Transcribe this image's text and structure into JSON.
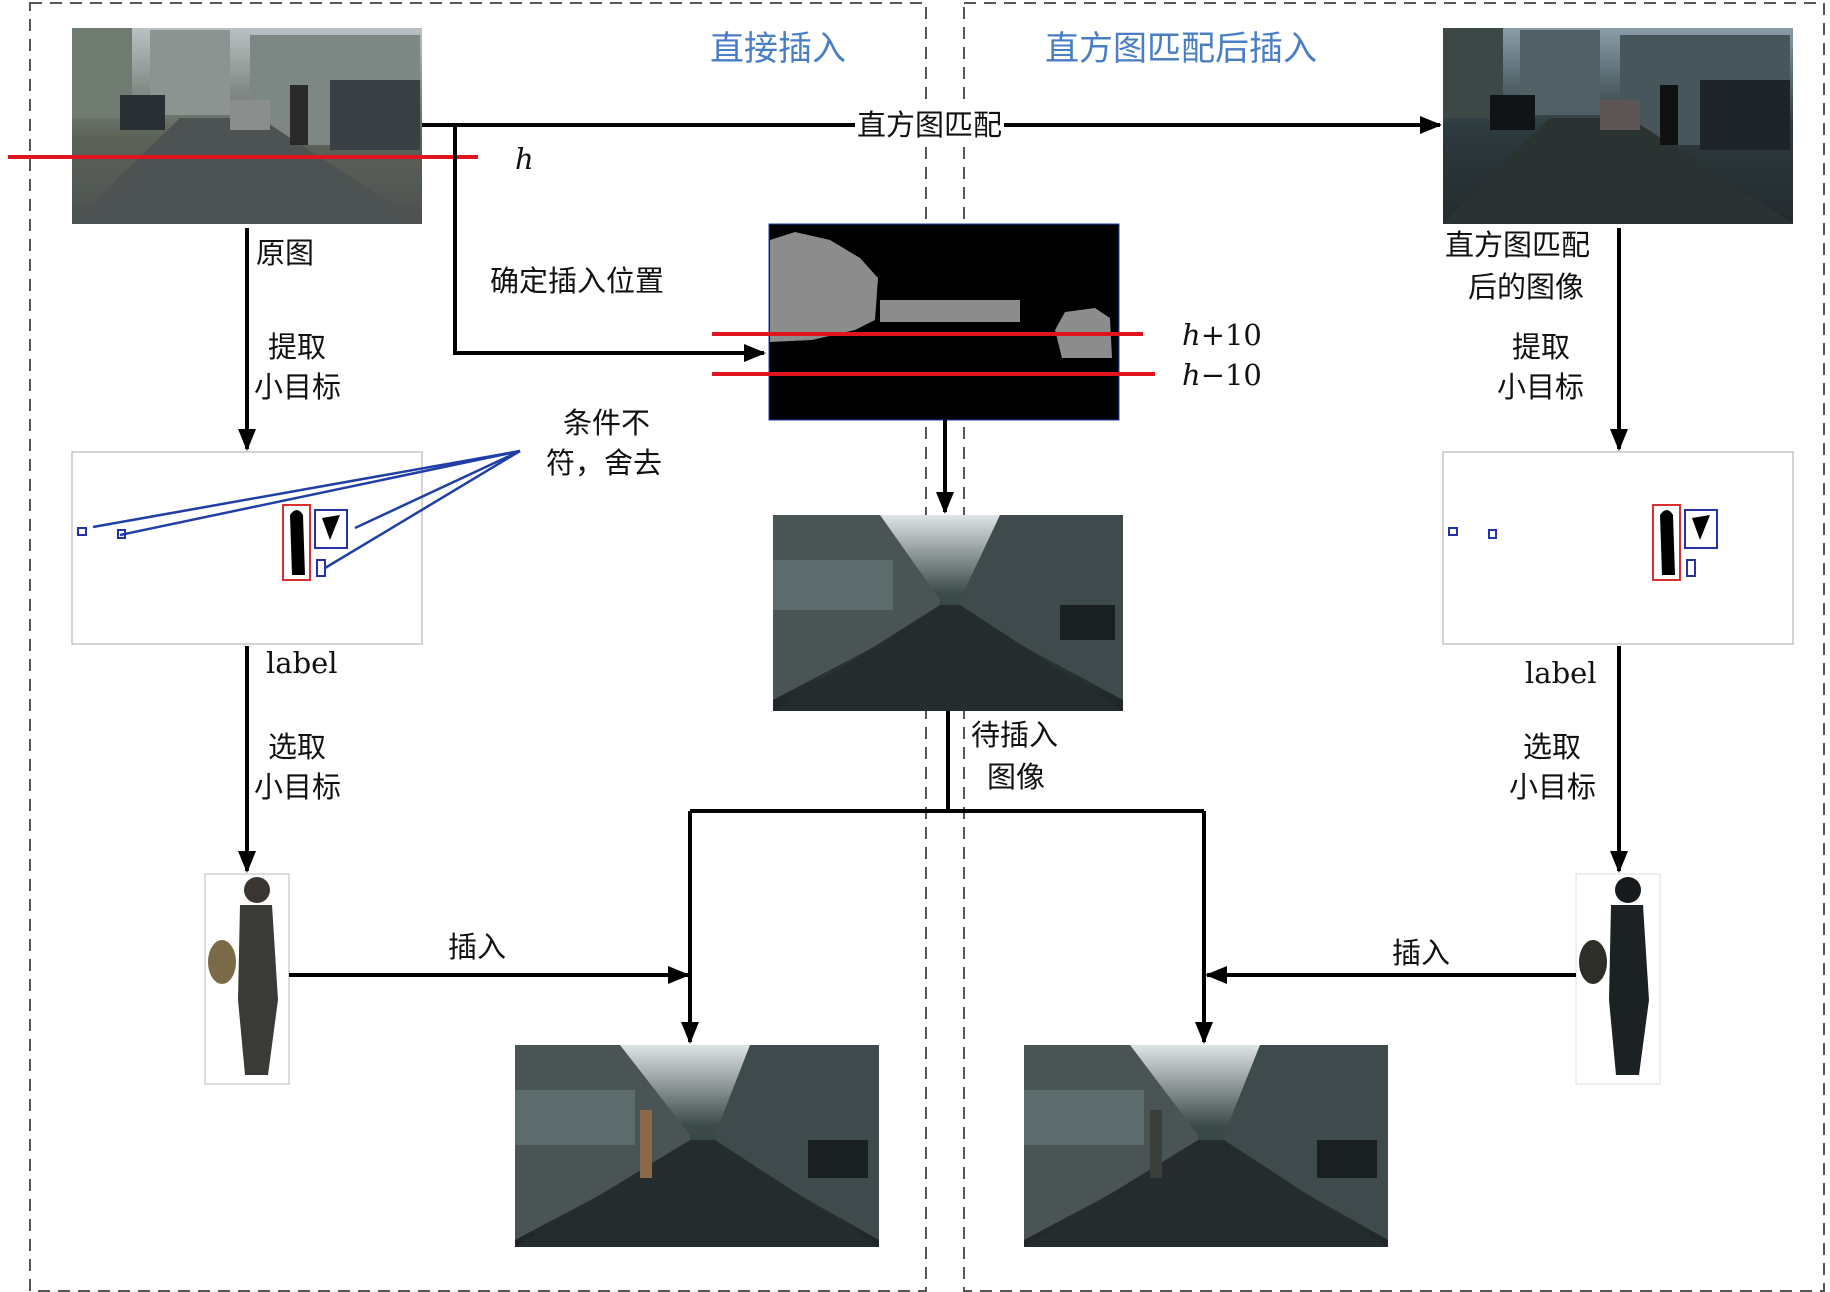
{
  "sections": {
    "left_title": "直接插入",
    "right_title": "直方图匹配后插入"
  },
  "labels": {
    "hist_match": "直方图匹配",
    "h": "h",
    "h_plus": "+10",
    "h_minus": "−10",
    "original": "原图",
    "determine_position": "确定插入位置",
    "extract_small_left_1": "提取",
    "extract_small_left_2": "小目标",
    "condition_1": "条件不",
    "condition_2": "符，舍去",
    "label_left": "label",
    "select_left_1": "选取",
    "select_left_2": "小目标",
    "insert_left": "插入",
    "matched_image_1": "直方图匹配",
    "matched_image_2": "后的图像",
    "extract_small_right_1": "提取",
    "extract_small_right_2": "小目标",
    "label_right": "label",
    "select_right_1": "选取",
    "select_right_2": "小目标",
    "insert_right": "插入",
    "to_insert_1": "待插入",
    "to_insert_2": "图像"
  },
  "colors": {
    "arrow": "#000000",
    "red_line": "#e0141c",
    "blue_line": "#1f3fa6",
    "section_title": "#4a7ec3",
    "panel_border": "#555555"
  }
}
